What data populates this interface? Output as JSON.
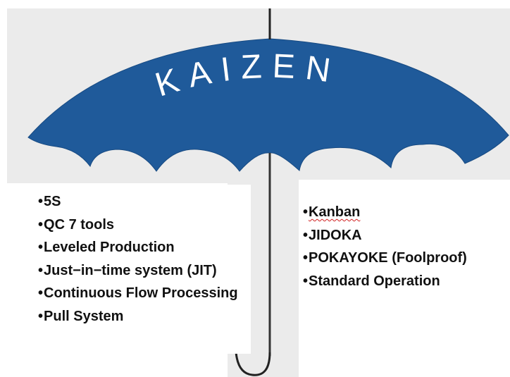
{
  "umbrella": {
    "title": "KAIZEN",
    "canopy_color": "#1f5a9a",
    "background_color": "#ebebeb",
    "handle_color": "#333333"
  },
  "left_list": [
    "5S",
    "QC 7 tools",
    "Leveled Production",
    "Just−in−time system (JIT)",
    "Continuous Flow Processing",
    "Pull System"
  ],
  "right_list": [
    "Kanban",
    "JIDOKA",
    "POKAYOKE (Foolproof)",
    "Standard Operation"
  ]
}
